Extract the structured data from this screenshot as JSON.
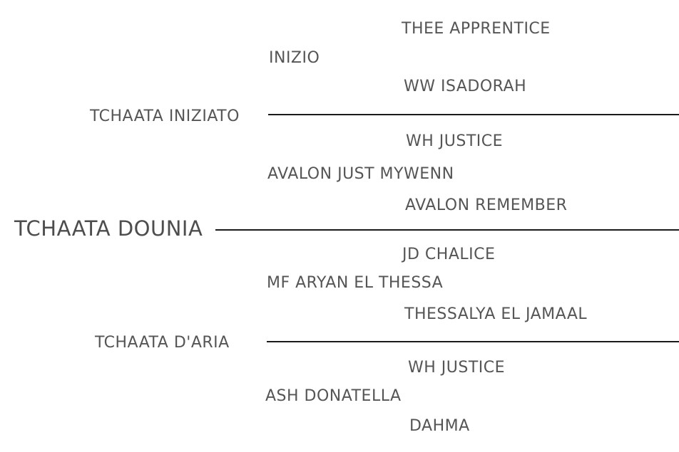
{
  "subject": "TCHAATA DOUNIA",
  "sire": {
    "name": "TCHAATA INIZIATO",
    "sire": {
      "name": "INIZIO",
      "sire": "THEE APPRENTICE",
      "dam": "WW ISADORAH"
    },
    "dam": {
      "name": "AVALON JUST MYWENN",
      "sire": "WH JUSTICE",
      "dam": "AVALON REMEMBER"
    }
  },
  "dam": {
    "name": "TCHAATA D'ARIA",
    "sire": {
      "name": "MF ARYAN EL THESSA",
      "sire": "JD CHALICE",
      "dam": "THESSALYA EL JAMAAL"
    },
    "dam": {
      "name": "ASH DONATELLA",
      "sire": "WH JUSTICE",
      "dam": "DAHMA"
    }
  }
}
